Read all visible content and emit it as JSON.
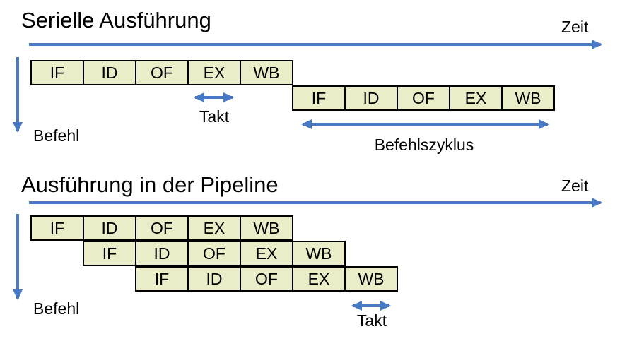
{
  "colors": {
    "background": "#FFFFFF",
    "box_fill": "#EAEDC7",
    "box_border": "#000000",
    "arrow_blue": "#4879C5",
    "text": "#000000"
  },
  "stage_names": [
    "IF",
    "ID",
    "OF",
    "EX",
    "WB"
  ],
  "serial": {
    "title": "Serielle Ausführung",
    "time_axis_label": "Zeit",
    "instruction_axis_label": "Befehl",
    "clock_label": "Takt",
    "cycle_label": "Befehlszyklus",
    "rows": [
      {
        "cells": [
          "IF",
          "ID",
          "OF",
          "EX",
          "WB"
        ]
      },
      {
        "cells": [
          "IF",
          "ID",
          "OF",
          "EX",
          "WB"
        ]
      }
    ]
  },
  "pipeline": {
    "title": "Ausführung in der Pipeline",
    "time_axis_label": "Zeit",
    "instruction_axis_label": "Befehl",
    "clock_label": "Takt",
    "rows": [
      {
        "cells": [
          "IF",
          "ID",
          "OF",
          "EX",
          "WB"
        ]
      },
      {
        "cells": [
          "IF",
          "ID",
          "OF",
          "EX",
          "WB"
        ]
      },
      {
        "cells": [
          "IF",
          "ID",
          "OF",
          "EX",
          "WB"
        ]
      }
    ]
  }
}
